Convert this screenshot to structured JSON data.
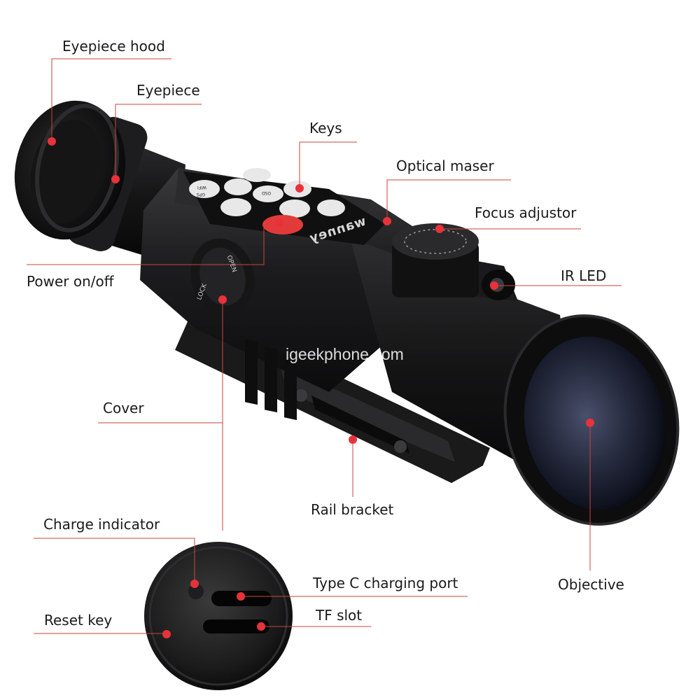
{
  "diagram": {
    "device": "night-vision-rifle-scope",
    "accent_color": "#e8323a",
    "line_color": "#c9463d",
    "watermark": "igeekphone.com",
    "brand_lettering": "wanney",
    "knob_labels": {
      "open": "OPEN",
      "lock": "LOCK"
    },
    "key_labels": [
      "WIFI",
      "OSD",
      "GPS"
    ],
    "callouts": [
      {
        "id": "eyepiece-hood",
        "label": "Eyepiece hood"
      },
      {
        "id": "eyepiece",
        "label": "Eyepiece"
      },
      {
        "id": "keys",
        "label": "Keys"
      },
      {
        "id": "optical-maser",
        "label": "Optical maser"
      },
      {
        "id": "focus-adjustor",
        "label": "Focus adjustor"
      },
      {
        "id": "ir-led",
        "label": "IR LED"
      },
      {
        "id": "power-on-off",
        "label": "Power on/off"
      },
      {
        "id": "cover",
        "label": "Cover"
      },
      {
        "id": "rail-bracket",
        "label": "Rail bracket"
      },
      {
        "id": "charge-indicator",
        "label": "Charge indicator"
      },
      {
        "id": "type-c-charging-port",
        "label": "Type C charging port"
      },
      {
        "id": "objective",
        "label": "Objective"
      },
      {
        "id": "tf-slot",
        "label": "TF slot"
      },
      {
        "id": "reset-key",
        "label": "Reset key"
      }
    ]
  }
}
